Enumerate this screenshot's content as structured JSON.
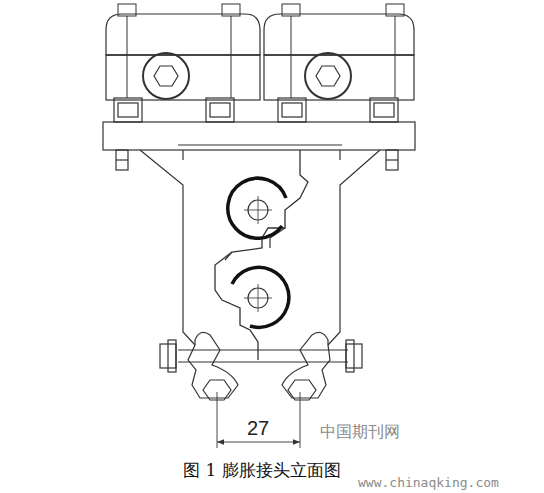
{
  "diagram": {
    "caption": "图 1 膨胀接头立面图",
    "labels": [
      "27",
      "中国期刊网",
      "www.chinaqking.com"
    ]
  }
}
